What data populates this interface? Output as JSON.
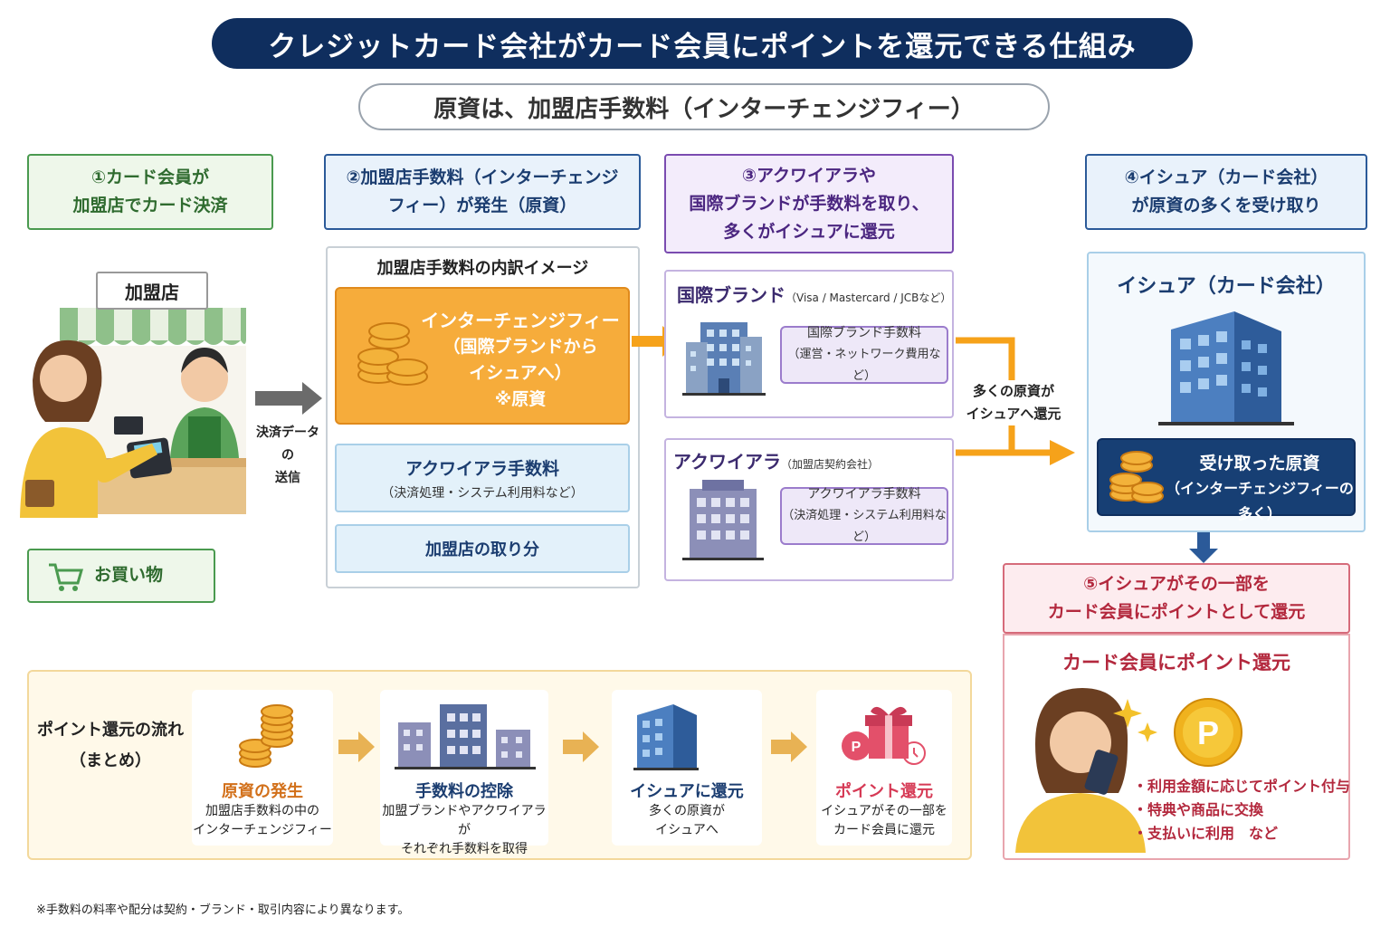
{
  "header": {
    "title": "クレジットカード会社がカード会員にポイントを還元できる仕組み",
    "subtitle": "原資は、加盟店手数料（インターチェンジフィー）"
  },
  "steps": [
    {
      "line1": "①カード会員が",
      "line2": "加盟店でカード決済",
      "line3": ""
    },
    {
      "line1": "②加盟店手数料（インターチェンジ",
      "line2": "フィー）が発生（原資）",
      "line3": ""
    },
    {
      "line1": "③アクワイアラや",
      "line2": "国際ブランドが手数料を取り、",
      "line3": "多くがイシュアに還元"
    },
    {
      "line1": "④イシュア（カード会社）",
      "line2": "が原資の多くを受け取り",
      "line3": ""
    },
    {
      "line1": "⑤イシュアがその一部を",
      "line2": "カード会員にポイントとして還元",
      "line3": ""
    }
  ],
  "store": {
    "sign": "加盟店",
    "send_line1": "決済データの",
    "send_line2": "送信",
    "shopping": "お買い物"
  },
  "fee_breakdown": {
    "title": "加盟店手数料の内訳イメージ",
    "interchange": {
      "line1": "インターチェンジフィー",
      "line2": "（国際ブランドから",
      "line3": "イシュアへ）",
      "line4": "※原資"
    },
    "acquirer_fee": {
      "label": "アクワイアラ手数料",
      "note": "（決済処理・システム利用料など）"
    },
    "merchant_share": "加盟店の取り分"
  },
  "brand": {
    "title": "国際ブランド",
    "note": "（Visa / Mastercard / JCBなど）",
    "fee_label": "国際ブランド手数料",
    "fee_note": "（運営・ネットワーク費用など）"
  },
  "acquirer": {
    "title": "アクワイアラ",
    "note": "（加盟店契約会社）",
    "fee_label": "アクワイアラ手数料",
    "fee_note": "（決済処理・システム利用料など）"
  },
  "flow_label": {
    "line1": "多くの原資が",
    "line2": "イシュアへ還元"
  },
  "issuer": {
    "title": "イシュア（カード会社）",
    "received_line1": "受け取った原資",
    "received_line2": "（インターチェンジフィーの多く）"
  },
  "point_return": {
    "title": "カード会員にポイント還元",
    "coin_letter": "P",
    "items": [
      "・利用金額に応じてポイント付与",
      "・特典や商品に交換",
      "・支払いに利用　など"
    ]
  },
  "summary": {
    "title_line1": "ポイント還元の流れ",
    "title_line2": "（まとめ）",
    "cards": [
      {
        "heading": "原資の発生",
        "line1": "加盟店手数料の中の",
        "line2": "インターチェンジフィー"
      },
      {
        "heading": "手数料の控除",
        "line1": "加盟ブランドやアクワイアラが",
        "line2": "それぞれ手数料を取得"
      },
      {
        "heading": "イシュアに還元",
        "line1": "多くの原資が",
        "line2": "イシュアへ"
      },
      {
        "heading": "ポイント還元",
        "line1": "イシュアがその一部を",
        "line2": "カード会員に還元"
      }
    ]
  },
  "footnote": "※手数料の料率や配分は契約・ブランド・取引内容により異なります。",
  "colors": {
    "navy": "#0f2e5e",
    "green": "#4a9a4f",
    "purple": "#7a4bb0",
    "orange": "#f6ac3b",
    "red": "#b3283d"
  }
}
